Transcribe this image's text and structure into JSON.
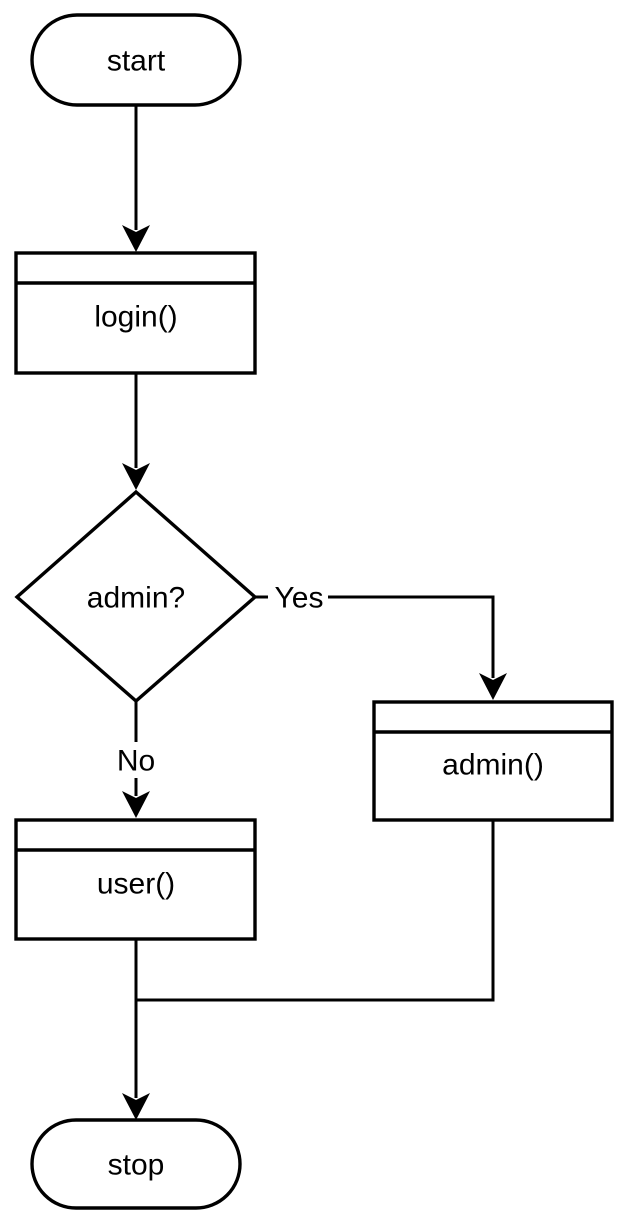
{
  "diagram": {
    "type": "flowchart",
    "background_color": "#ffffff",
    "stroke_color": "#000000",
    "text_color": "#000000",
    "nodes": [
      {
        "id": "start",
        "shape": "terminator",
        "label": "start"
      },
      {
        "id": "login",
        "shape": "process-with-header",
        "label": "login()"
      },
      {
        "id": "admin-decision",
        "shape": "decision",
        "label": "admin?"
      },
      {
        "id": "admin",
        "shape": "process-with-header",
        "label": "admin()"
      },
      {
        "id": "user",
        "shape": "process-with-header",
        "label": "user()"
      },
      {
        "id": "stop",
        "shape": "terminator",
        "label": "stop"
      }
    ],
    "edges": [
      {
        "from": "start",
        "to": "login",
        "label": ""
      },
      {
        "from": "login",
        "to": "admin-decision",
        "label": ""
      },
      {
        "from": "admin-decision",
        "to": "admin",
        "label": "Yes"
      },
      {
        "from": "admin-decision",
        "to": "user",
        "label": "No"
      },
      {
        "from": "admin",
        "to": "merge-point",
        "label": ""
      },
      {
        "from": "user",
        "to": "stop",
        "label": ""
      }
    ]
  }
}
